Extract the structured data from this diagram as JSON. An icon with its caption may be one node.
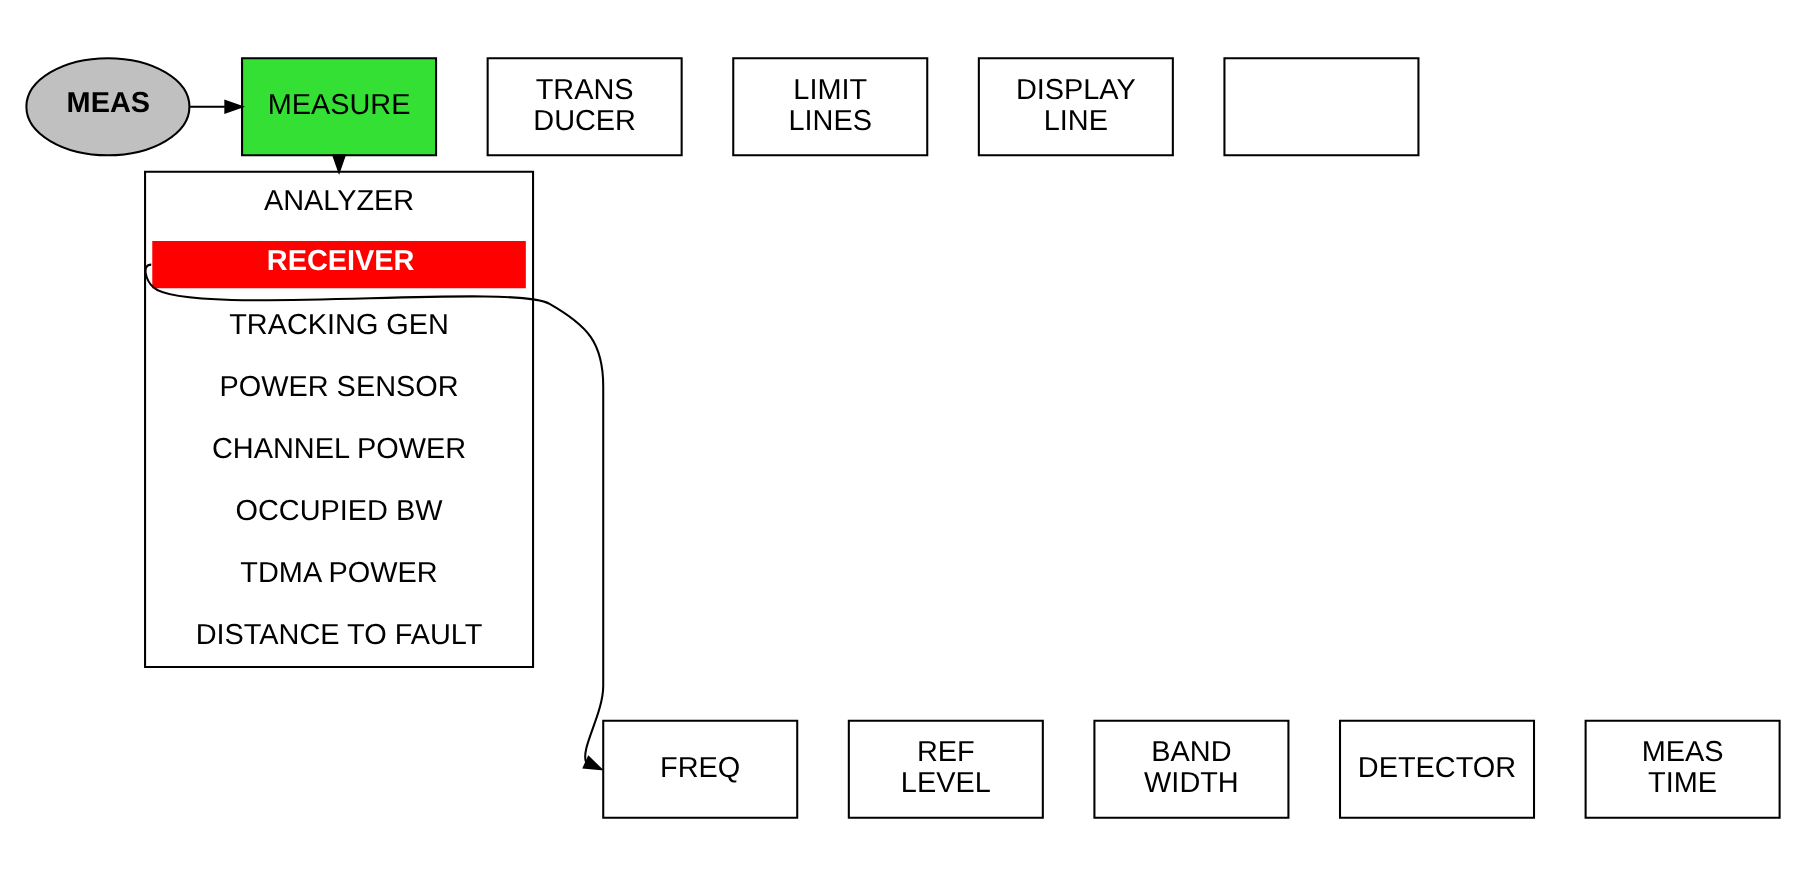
{
  "diagram": {
    "nodes": [
      {
        "text": [
          "MEAS"
        ]
      },
      {
        "text": [
          "MEASURE"
        ]
      },
      {
        "text": [
          "TRANS DUCER"
        ]
      },
      {
        "text": [
          "LIMIT LINES"
        ]
      },
      {
        "text": [
          "DISPLAY LINE"
        ]
      },
      {
        "text": [],
        "shape": "box"
      },
      {
        "text": [],
        "shape": "box"
      },
      {
        "text": [
          "ANALYZER"
        ],
        "in": 6
      },
      {
        "text": [
          "RECEIVER"
        ],
        "in": 6
      },
      {
        "text": [
          "TRACKING GEN"
        ],
        "in": 6
      },
      {
        "text": [
          "POWER SENSOR"
        ],
        "in": 6
      },
      {
        "text": [
          "CHANNEL POWER"
        ],
        "in": 6
      },
      {
        "text": [
          "OCCUPIED BW"
        ],
        "in": 6
      },
      {
        "text": [
          "TDMA POWER"
        ],
        "in": 6
      },
      {
        "text": [
          "DISTANCE TO FAULT"
        ],
        "in": 6
      },
      {
        "text": [
          "FREQ"
        ]
      },
      {
        "text": [
          "REF LEVEL"
        ]
      },
      {
        "text": [
          "BAND WIDTH"
        ]
      },
      {
        "text": [
          "DETECTOR"
        ]
      },
      {
        "text": [
          "MEAS TIME"
        ]
      }
    ],
    "edges": [
      {
        "from": 0,
        "to": 1,
        "arrow": "to"
      },
      {
        "from": 1,
        "to": 6,
        "arrow": "to"
      },
      {
        "from": 8,
        "to": 15,
        "arrow": "to"
      }
    ]
  }
}
